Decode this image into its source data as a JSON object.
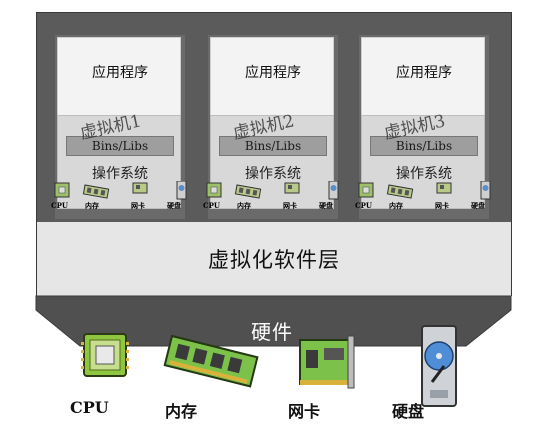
{
  "vms": [
    {
      "app": "应用程序",
      "name": "虚拟机1",
      "libs": "Bins/Libs",
      "os": "操作系统"
    },
    {
      "app": "应用程序",
      "name": "虚拟机2",
      "libs": "Bins/Libs",
      "os": "操作系统"
    },
    {
      "app": "应用程序",
      "name": "虚拟机3",
      "libs": "Bins/Libs",
      "os": "操作系统"
    }
  ],
  "mini_labels": {
    "cpu": "CPU",
    "memory": "内存",
    "nic": "网卡",
    "disk": "硬盘"
  },
  "virtualization_layer": "虚拟化软件层",
  "hardware": {
    "label": "硬件",
    "components": {
      "cpu": "CPU",
      "memory": "内存",
      "nic": "网卡",
      "disk": "硬盘"
    }
  },
  "colors": {
    "frame": "#5b5b5b",
    "layer": "#e6e6e6",
    "hardware": "#505050",
    "chip_green": "#8fc63f"
  }
}
